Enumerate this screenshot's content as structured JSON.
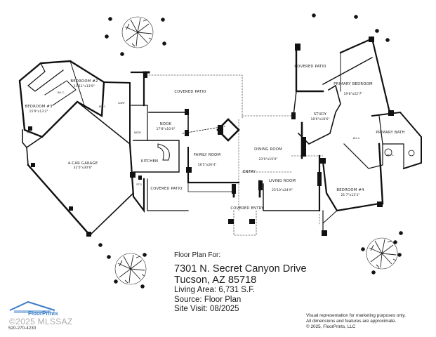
{
  "rooms": {
    "bedroom2": {
      "name": "BEDROOM #2",
      "dims": "11'11\"x13'9\""
    },
    "bedroom3": {
      "name": "BEDROOM #3",
      "dims": "15'9\"x13'2\""
    },
    "garage": {
      "name": "4-CAR GARAGE",
      "dims": "32'0\"x30'6\""
    },
    "covered_patio_top": {
      "name": "COVERED PATIO"
    },
    "covered_patio_left": {
      "name": "COVERED PATIO"
    },
    "covered_patio_right": {
      "name": "COVERED PATIO"
    },
    "covered_entry": {
      "name": "COVERED ENTRY"
    },
    "nook": {
      "name": "NOOK",
      "dims": "17'8\"x10'0\""
    },
    "kitchen": {
      "name": "KITCHEN"
    },
    "family_room": {
      "name": "FAMILY ROOM",
      "dims": "18'5\"x26'4\""
    },
    "dining_room": {
      "name": "DINING ROOM",
      "dims": "23'0\"x15'0\""
    },
    "entry": {
      "name": "ENTRY"
    },
    "living_room": {
      "name": "LIVING ROOM",
      "dims": "25'10\"x24'9\""
    },
    "study": {
      "name": "STUDY",
      "dims": "18'6\"x18'6\""
    },
    "primary_bedroom": {
      "name": "PRIMARY BEDROOM",
      "dims": "19'6\"x22'7\""
    },
    "primary_bath": {
      "name": "PRIMARY BATH"
    },
    "bedroom4": {
      "name": "BEDROOM #4",
      "dims": "21'7\"x13'1\""
    },
    "small": {
      "stg1": "STG",
      "stg2": "STG",
      "wic1": "W.I.C.",
      "wic2": "W.I.C.",
      "wic3": "W.I.C.",
      "wic4": "W.I.C.",
      "ldry": "LDRY",
      "bath": "BATH"
    }
  },
  "info": {
    "for": "Floor Plan For:",
    "address1": "7301 N. Secret Canyon Drive",
    "address2": "Tucson, AZ  85718",
    "living_area": "Living Area:  6,731 S.F.",
    "source": "Source:  Floor Plan",
    "site_visit": "Site Visit:  08/2025"
  },
  "disclaimer": {
    "line1": "Visual representation for marketing purposes only.",
    "line2": "All dimensions and features are approximate.",
    "line3": "© 2025, FloorPrints, LLC"
  },
  "logo": {
    "brand": "FloorPrints",
    "phone": "520-270-4230",
    "watermark": "©2025 MLSSAZ"
  },
  "icons": [
    "tree-icon",
    "shrub-icon",
    "floorprints-logo-icon"
  ]
}
